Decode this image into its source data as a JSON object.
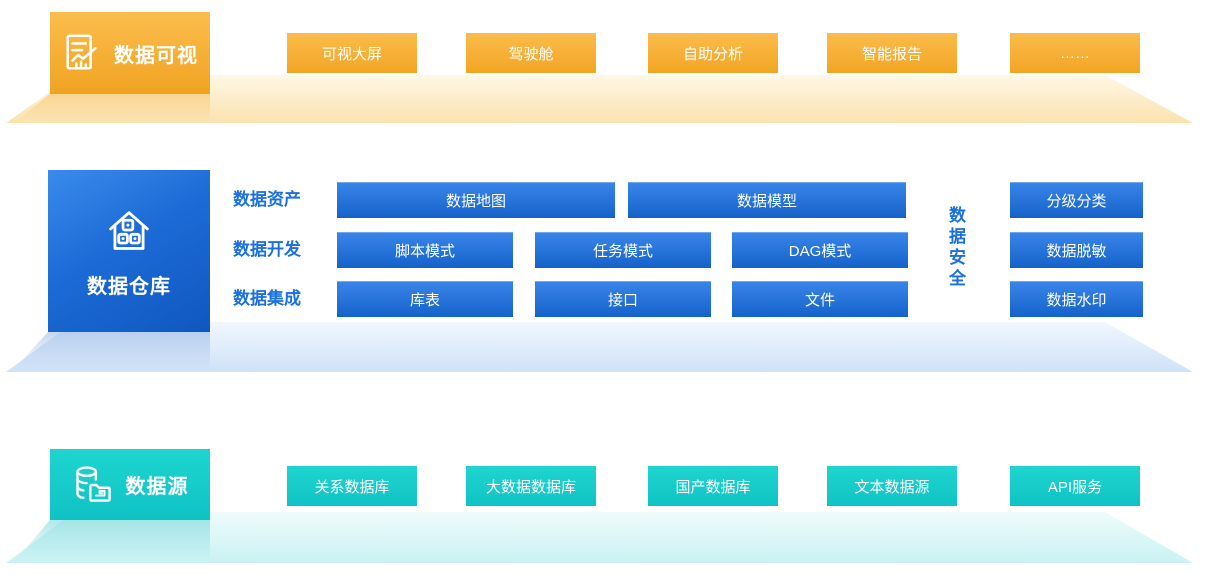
{
  "layers": {
    "visualization": {
      "title": "数据可视",
      "icon": "report-chart-icon",
      "items": [
        "可视大屏",
        "驾驶舱",
        "自助分析",
        "智能报告",
        "……"
      ]
    },
    "warehouse": {
      "title": "数据仓库",
      "icon": "warehouse-icon",
      "row_labels": [
        "数据资产",
        "数据开发",
        "数据集成"
      ],
      "rows": [
        [
          "数据地图",
          "数据模型"
        ],
        [
          "脚本模式",
          "任务模式",
          "DAG模式"
        ],
        [
          "库表",
          "接口",
          "文件"
        ]
      ],
      "security_label": "数据安全",
      "security_items": [
        "分级分类",
        "数据脱敏",
        "数据水印"
      ]
    },
    "source": {
      "title": "数据源",
      "icon": "database-folder-icon",
      "items": [
        "关系数据库",
        "大数据数据库",
        "国产数据库",
        "文本数据源",
        "API服务"
      ]
    }
  },
  "colors": {
    "orange": "#f2a524",
    "blue": "#1b66cd",
    "cyan": "#12c8c8",
    "label_blue": "#1a70e2",
    "text_on_fill": "#ffffff"
  }
}
